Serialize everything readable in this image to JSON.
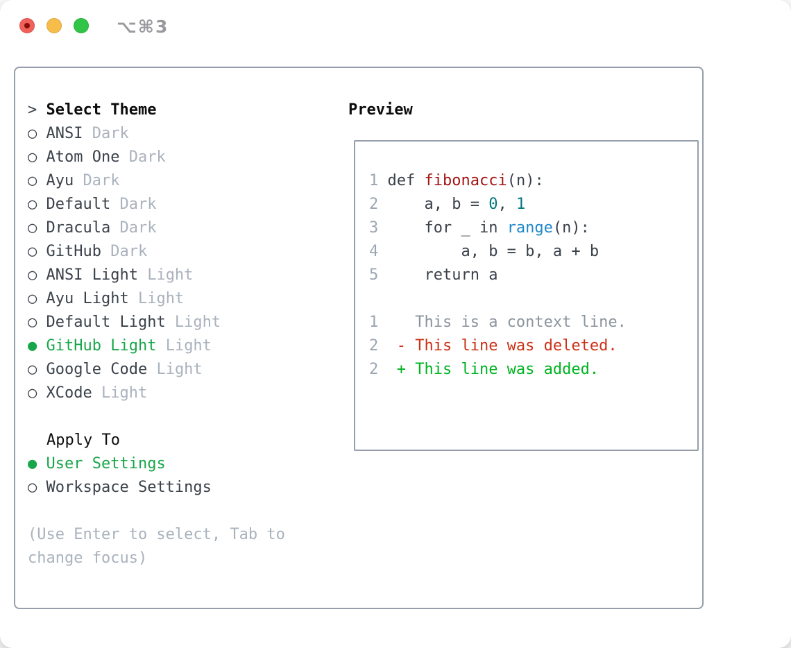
{
  "window": {
    "shortcut_label": "⌥⌘3"
  },
  "colors": {
    "light_red": "#f1605a",
    "light_red_dot": "#850f08",
    "light_yellow": "#f7bd4a",
    "light_green": "#30c546",
    "shortcut_gray": "#99999e",
    "border_gray": "#959eaa",
    "text_black": "#0d0d0d",
    "text_dark": "#3a414a",
    "muted_gray": "#a9b2bd",
    "sel_green": "#19a64a",
    "lineno_gray": "#9aa5b2",
    "ctx_gray": "#8b949d",
    "del_red": "#cc3118",
    "add_green": "#00b321",
    "fn_red": "#a31515",
    "builtin_blue": "#1e87c8",
    "num_teal": "#00787b"
  },
  "theme_picker": {
    "title_prefix": "> ",
    "title": "Select Theme",
    "radio_unselected": "○ ",
    "radio_selected": "● ",
    "themes": [
      {
        "name": "ANSI",
        "variant": "Dark",
        "selected": false
      },
      {
        "name": "Atom One",
        "variant": "Dark",
        "selected": false
      },
      {
        "name": "Ayu",
        "variant": "Dark",
        "selected": false
      },
      {
        "name": "Default",
        "variant": "Dark",
        "selected": false
      },
      {
        "name": "Dracula",
        "variant": "Dark",
        "selected": false
      },
      {
        "name": "GitHub",
        "variant": "Dark",
        "selected": false
      },
      {
        "name": "ANSI Light",
        "variant": "Light",
        "selected": false
      },
      {
        "name": "Ayu Light",
        "variant": "Light",
        "selected": false
      },
      {
        "name": "Default Light",
        "variant": "Light",
        "selected": false
      },
      {
        "name": "GitHub Light",
        "variant": "Light",
        "selected": true
      },
      {
        "name": "Google Code",
        "variant": "Light",
        "selected": false
      },
      {
        "name": "XCode",
        "variant": "Light",
        "selected": false
      }
    ],
    "apply_to": {
      "title": "Apply To",
      "options": [
        {
          "label": "User Settings",
          "selected": true
        },
        {
          "label": "Workspace Settings",
          "selected": false
        }
      ]
    },
    "hint": "(Use Enter to select, Tab to change focus)"
  },
  "preview": {
    "title": "Preview",
    "lines": [
      {
        "segments": [
          {
            "text": "1 ",
            "style": "ln"
          },
          {
            "text": "def ",
            "style": "pl"
          },
          {
            "text": "fibonacci",
            "style": "fn"
          },
          {
            "text": "(n):",
            "style": "pl"
          }
        ]
      },
      {
        "segments": [
          {
            "text": "2 ",
            "style": "ln"
          },
          {
            "text": "    a, b = ",
            "style": "pl"
          },
          {
            "text": "0",
            "style": "num"
          },
          {
            "text": ", ",
            "style": "pl"
          },
          {
            "text": "1",
            "style": "num"
          }
        ]
      },
      {
        "segments": [
          {
            "text": "3 ",
            "style": "ln"
          },
          {
            "text": "    for _ in ",
            "style": "pl"
          },
          {
            "text": "range",
            "style": "blt"
          },
          {
            "text": "(n):",
            "style": "pl"
          }
        ]
      },
      {
        "segments": [
          {
            "text": "4 ",
            "style": "ln"
          },
          {
            "text": "        a, b = b, a + b",
            "style": "pl"
          }
        ]
      },
      {
        "segments": [
          {
            "text": "5 ",
            "style": "ln"
          },
          {
            "text": "    return a",
            "style": "pl"
          }
        ]
      },
      {
        "segments": []
      },
      {
        "segments": [
          {
            "text": "1 ",
            "style": "ln"
          },
          {
            "text": "   This is a context line.",
            "style": "ctx"
          }
        ]
      },
      {
        "segments": [
          {
            "text": "2 ",
            "style": "ln"
          },
          {
            "text": " - This line was deleted.",
            "style": "del"
          }
        ]
      },
      {
        "segments": [
          {
            "text": "2 ",
            "style": "ln"
          },
          {
            "text": " + This line was added.",
            "style": "add"
          }
        ]
      }
    ]
  }
}
